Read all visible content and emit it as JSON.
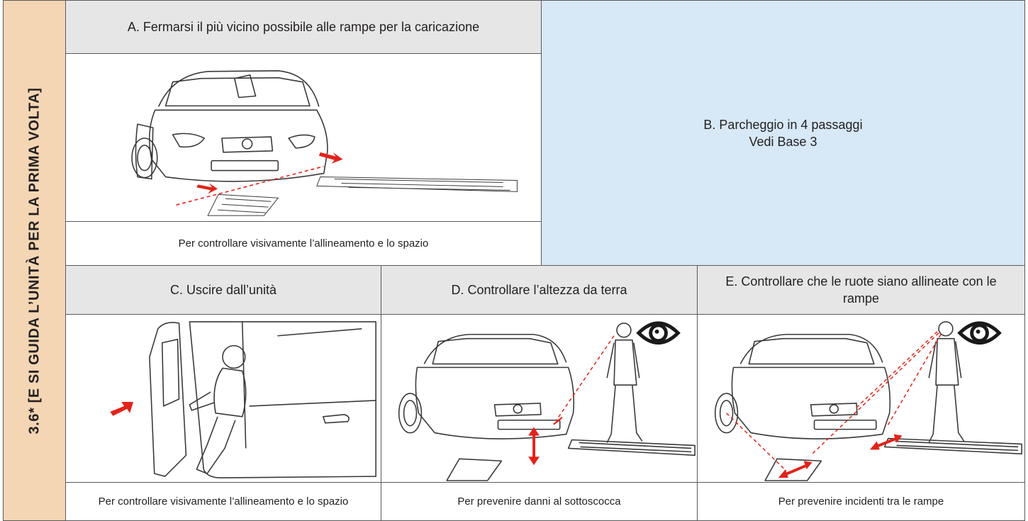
{
  "side_label": "3.6* [E SI GUIDA L’UNITÀ PER LA PRIMA VOLTA]",
  "panel_a": {
    "title": "A. Fermarsi il più vicino possibile alle rampe per la caricazione",
    "caption": "Per controllare visivamente l’allineamento e lo spazio",
    "illustration": "car-approaching-ramps"
  },
  "panel_b": {
    "line1": "B. Parcheggio in 4 passaggi",
    "line2": "Vedi Base 3"
  },
  "panel_c": {
    "title": "C. Uscire dall’unità",
    "caption": "Per controllare visivamente l’allineamento e lo spazio",
    "illustration": "driver-exiting-car"
  },
  "panel_d": {
    "title": "D. Controllare l’altezza da terra",
    "caption": "Per prevenire danni al sottoscocca",
    "illustration": "operator-checking-ground-clearance"
  },
  "panel_e": {
    "title": "E. Controllare che le ruote siano allineate con le rampe",
    "caption": "Per prevenire incidenti tra le rampe",
    "illustration": "operator-checking-wheel-alignment"
  },
  "colors": {
    "side_strip": "#f4d6b4",
    "header_bg": "#e6e6e7",
    "info_panel": "#d7e8f6",
    "arrow_red": "#e2231a",
    "border": "#5a5a5a"
  }
}
